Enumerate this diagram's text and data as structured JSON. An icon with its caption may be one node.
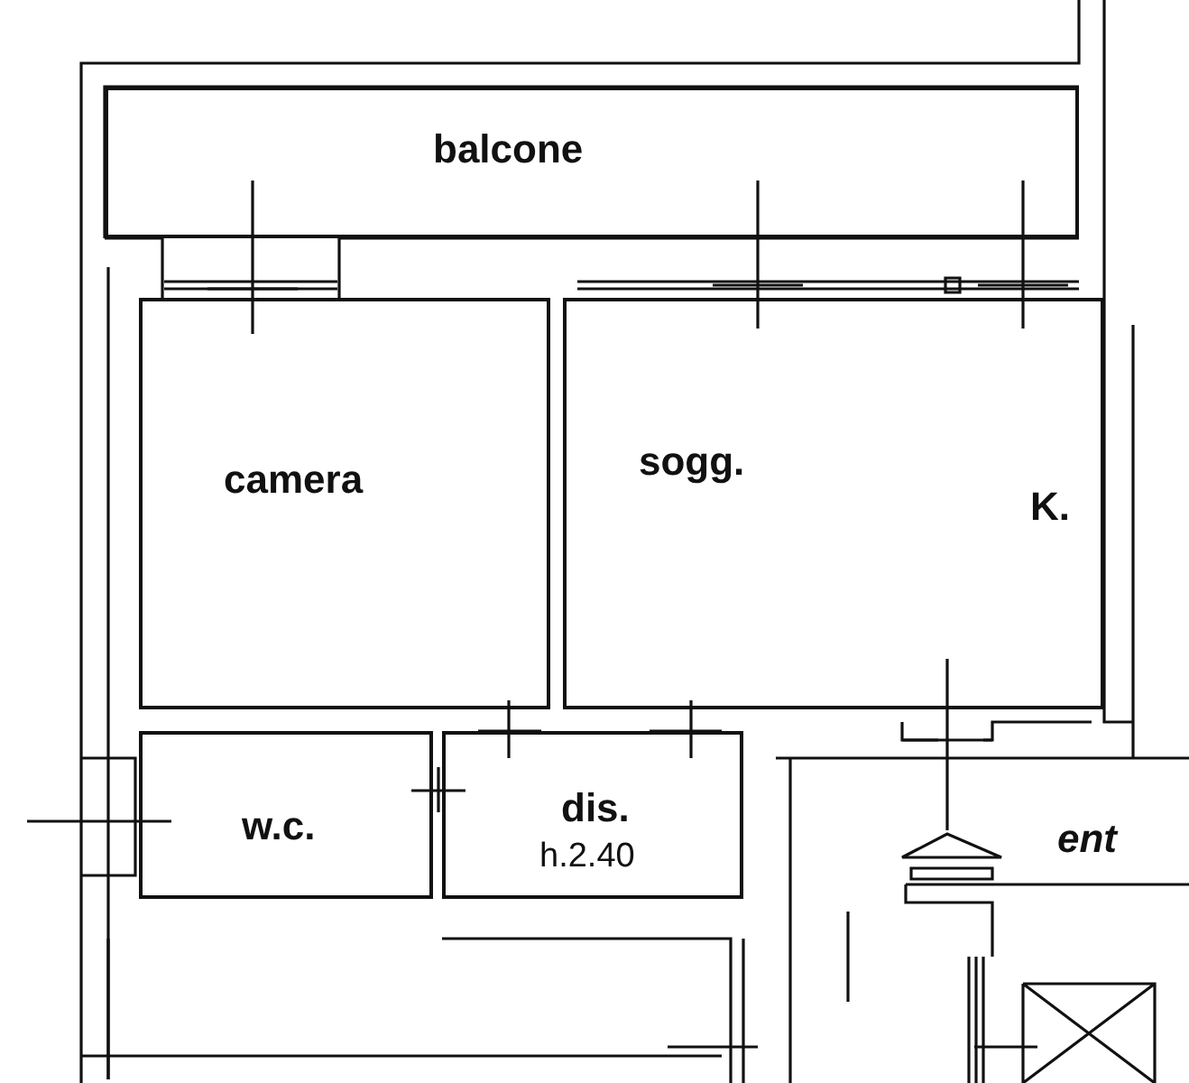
{
  "diagram": {
    "nodes": [
      {
        "text": [
          "balcone"
        ]
      },
      {
        "text": [
          "camera"
        ]
      },
      {
        "text": [
          "sogg.",
          "K."
        ]
      },
      {
        "text": [
          "w.c."
        ]
      },
      {
        "text": [
          "dis.",
          "h.2.40"
        ]
      },
      {
        "text": [
          "ent"
        ]
      }
    ]
  }
}
